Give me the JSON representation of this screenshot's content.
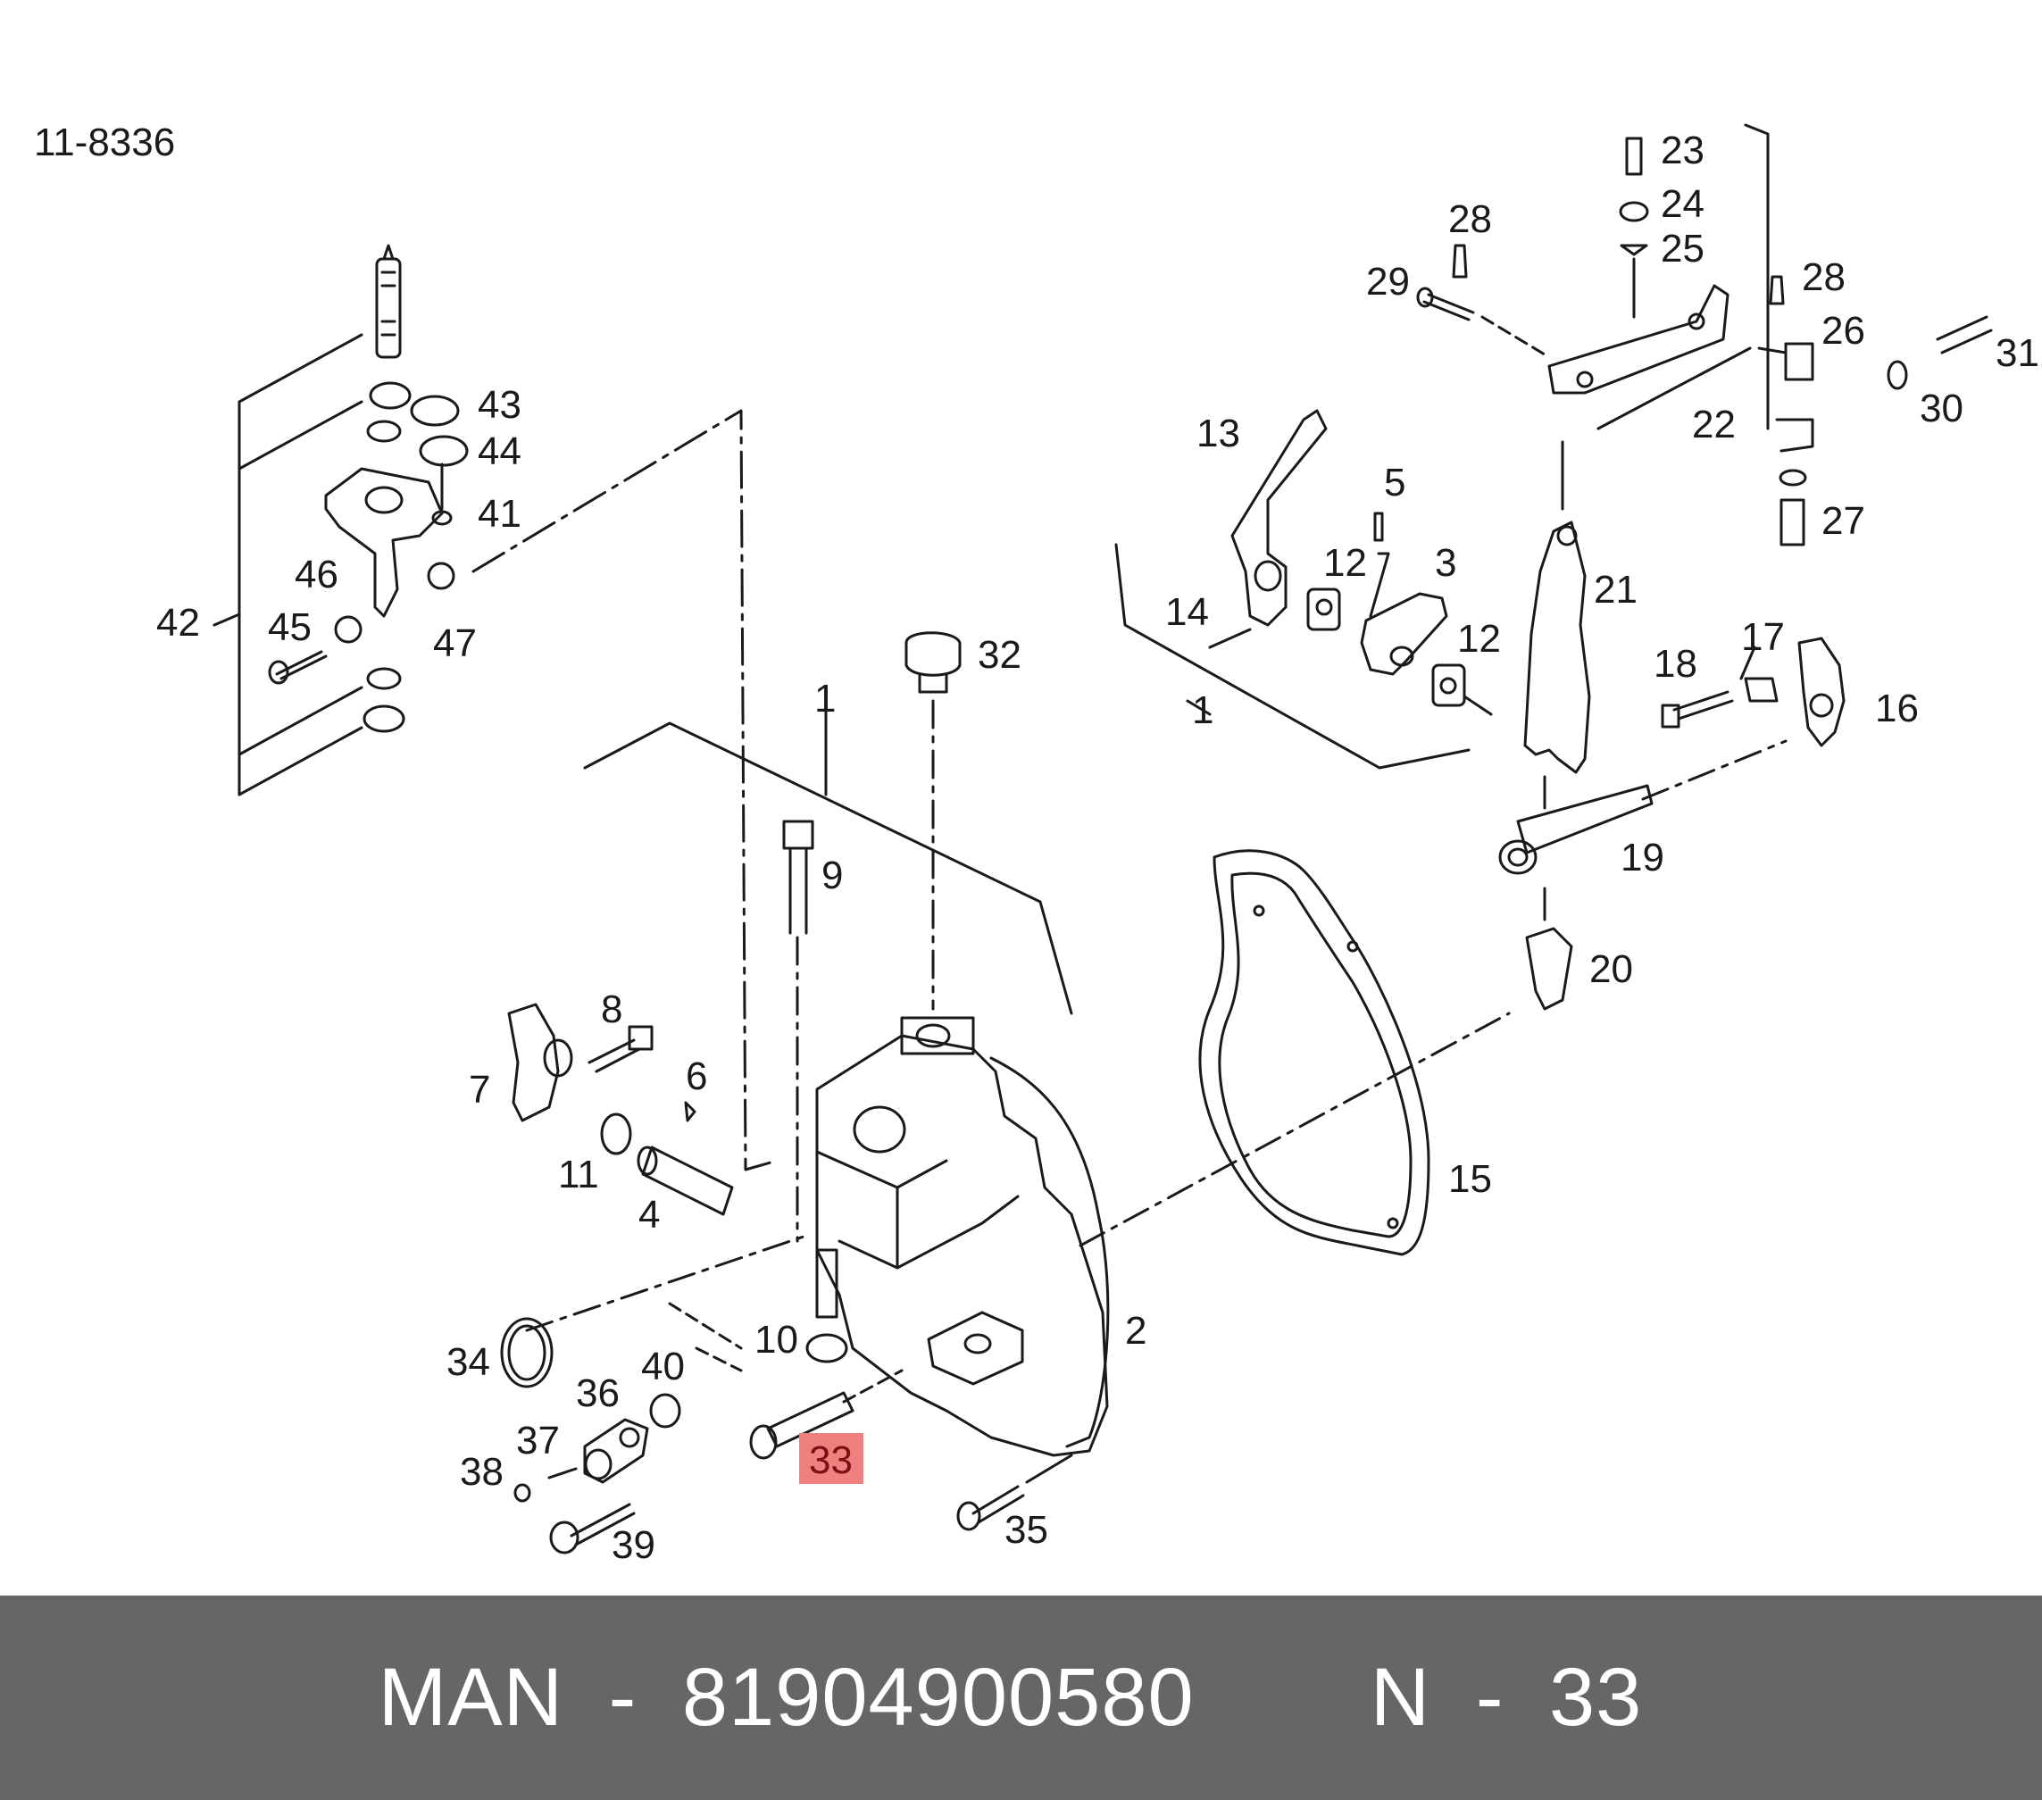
{
  "diagram": {
    "code": "11-8336",
    "highlight_color": "#f08080",
    "highlighted_callout": "33",
    "callouts": [
      "1",
      "1",
      "2",
      "3",
      "4",
      "5",
      "6",
      "7",
      "8",
      "9",
      "10",
      "11",
      "12",
      "12",
      "13",
      "14",
      "15",
      "16",
      "17",
      "18",
      "19",
      "20",
      "21",
      "22",
      "23",
      "24",
      "25",
      "26",
      "27",
      "28",
      "28",
      "29",
      "30",
      "31",
      "32",
      "33",
      "34",
      "35",
      "36",
      "37",
      "38",
      "39",
      "40",
      "41",
      "42",
      "43",
      "44",
      "45",
      "46",
      "47"
    ]
  },
  "footer": {
    "brand": "MAN",
    "separator": "-",
    "part_number": "81904900580",
    "ref_label": "N",
    "ref_separator": "-",
    "ref_number": "33",
    "background": "#666666",
    "text_color": "#ffffff"
  }
}
